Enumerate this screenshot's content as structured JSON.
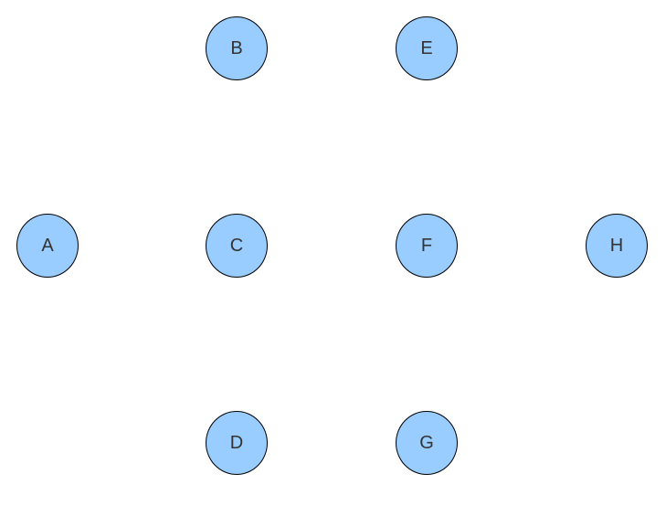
{
  "diagram": {
    "colors": {
      "node_fill": "#99ccff",
      "node_border": "#000000",
      "label": "#333333",
      "background": "#ffffff"
    },
    "nodes": {
      "a": {
        "label": "A"
      },
      "b": {
        "label": "B"
      },
      "c": {
        "label": "C"
      },
      "d": {
        "label": "D"
      },
      "e": {
        "label": "E"
      },
      "f": {
        "label": "F"
      },
      "g": {
        "label": "G"
      },
      "h": {
        "label": "H"
      }
    }
  }
}
